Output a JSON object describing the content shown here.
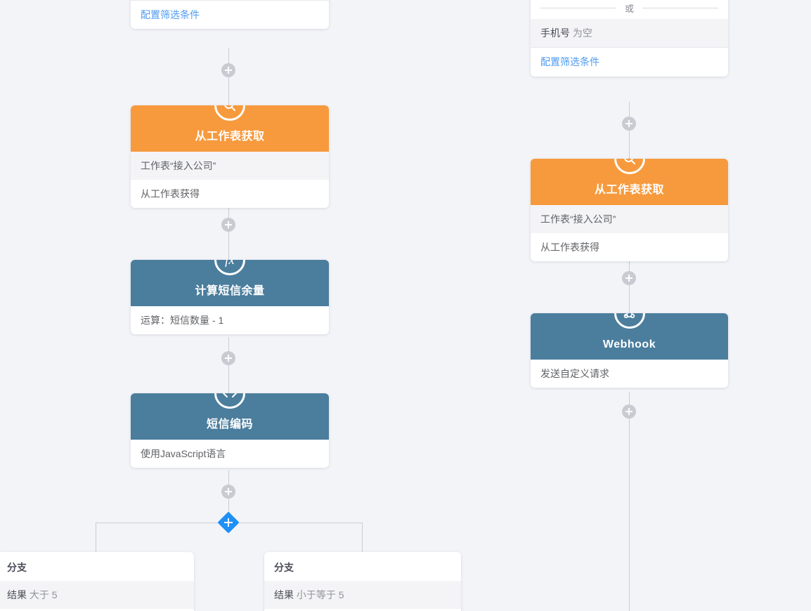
{
  "canvas": {
    "background": "#f3f4f8"
  },
  "colors": {
    "orange": "#f79a3d",
    "blue": "#4b7d9d",
    "link": "#4d9bf0",
    "branch_diamond": "#1e90f7",
    "connector": "#c9ccd4",
    "plus_button": "#c9cbd2"
  },
  "left_column": {
    "filter_card": {
      "link_label": "配置筛选条件"
    },
    "nodes": [
      {
        "id": "get-from-worksheet-left",
        "icon": "search-icon",
        "icon_color": "orange",
        "title": "从工作表获取",
        "rows": [
          {
            "text": "工作表“接入公司”",
            "shaded": true
          },
          {
            "text": "从工作表获得",
            "shaded": false
          }
        ]
      },
      {
        "id": "calculate-sms-balance",
        "icon": "function-fx-icon",
        "icon_color": "blue",
        "title": "计算短信余量",
        "rows": [
          {
            "text": "运算：短信数量 - 1",
            "shaded": false
          }
        ]
      },
      {
        "id": "sms-encode",
        "icon": "code-icon",
        "icon_color": "blue",
        "title": "短信编码",
        "rows": [
          {
            "text": "使用JavaScript语言",
            "shaded": false
          }
        ]
      }
    ],
    "branches": [
      {
        "title": "分支",
        "field": "结果",
        "condition": "大于 5"
      },
      {
        "title": "分支",
        "field": "结果",
        "condition": "小于等于 5"
      }
    ]
  },
  "right_column": {
    "filter_card": {
      "or_label": "或",
      "condition_row": {
        "field": "手机号",
        "operator": "为空"
      },
      "link_label": "配置筛选条件"
    },
    "nodes": [
      {
        "id": "get-from-worksheet-right",
        "icon": "search-icon",
        "icon_color": "orange",
        "title": "从工作表获取",
        "rows": [
          {
            "text": "工作表“接入公司”",
            "shaded": true
          },
          {
            "text": "从工作表获得",
            "shaded": false
          }
        ]
      },
      {
        "id": "webhook",
        "icon": "webhook-icon",
        "icon_color": "blue",
        "title": "Webhook",
        "rows": [
          {
            "text": "发送自定义请求",
            "shaded": false
          }
        ]
      }
    ]
  }
}
